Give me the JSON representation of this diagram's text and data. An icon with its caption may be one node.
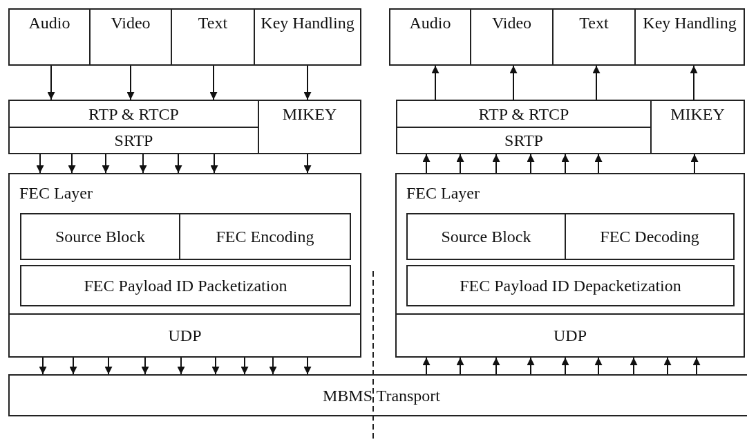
{
  "diagram": {
    "nodes": [
      {
        "text": [
          "Audio"
        ]
      },
      {
        "text": [
          "Video"
        ]
      },
      {
        "text": [
          "Text"
        ]
      },
      {
        "text": [
          "Key Handling"
        ]
      },
      {
        "text": [
          "RTP & RTCP"
        ]
      },
      {
        "text": [
          "SRTP"
        ]
      },
      {
        "text": [
          "MIKEY"
        ]
      },
      {
        "text": [
          "FEC Layer"
        ]
      },
      {
        "text": [
          "Source Block"
        ],
        "in": 7
      },
      {
        "text": [
          "FEC Encoding"
        ],
        "in": 7
      },
      {
        "text": [
          "FEC Payload ID Packetization"
        ],
        "in": 7
      },
      {
        "text": [
          "UDP"
        ]
      },
      {
        "text": [
          "Audio"
        ]
      },
      {
        "text": [
          "Video"
        ]
      },
      {
        "text": [
          "Text"
        ]
      },
      {
        "text": [
          "Key Handling"
        ]
      },
      {
        "text": [
          "RTP & RTCP"
        ]
      },
      {
        "text": [
          "SRTP"
        ]
      },
      {
        "text": [
          "MIKEY"
        ]
      },
      {
        "text": [
          "FEC Layer"
        ]
      },
      {
        "text": [
          "Source Block"
        ],
        "in": 19
      },
      {
        "text": [
          "FEC Decoding"
        ],
        "in": 19
      },
      {
        "text": [
          "FEC Payload ID Depacketization"
        ],
        "in": 19
      },
      {
        "text": [
          "UDP"
        ]
      },
      {
        "text": [
          "MBMS Transport"
        ]
      }
    ],
    "edges": [
      {
        "from": 0,
        "to": 4,
        "arrow": "to"
      },
      {
        "from": 1,
        "to": 4,
        "arrow": "to"
      },
      {
        "from": 2,
        "to": 4,
        "arrow": "to"
      },
      {
        "from": 3,
        "to": 6,
        "arrow": "to"
      },
      {
        "from": 5,
        "to": 7,
        "arrow": "to"
      },
      {
        "from": 5,
        "to": 7,
        "arrow": "to"
      },
      {
        "from": 5,
        "to": 7,
        "arrow": "to"
      },
      {
        "from": 5,
        "to": 7,
        "arrow": "to"
      },
      {
        "from": 5,
        "to": 7,
        "arrow": "to"
      },
      {
        "from": 5,
        "to": 7,
        "arrow": "to"
      },
      {
        "from": 6,
        "to": 7,
        "arrow": "to"
      },
      {
        "from": 11,
        "to": 24,
        "arrow": "to"
      },
      {
        "from": 11,
        "to": 24,
        "arrow": "to"
      },
      {
        "from": 11,
        "to": 24,
        "arrow": "to"
      },
      {
        "from": 11,
        "to": 24,
        "arrow": "to"
      },
      {
        "from": 11,
        "to": 24,
        "arrow": "to"
      },
      {
        "from": 11,
        "to": 24,
        "arrow": "to"
      },
      {
        "from": 11,
        "to": 24,
        "arrow": "to"
      },
      {
        "from": 11,
        "to": 24,
        "arrow": "to"
      },
      {
        "from": 11,
        "to": 24,
        "arrow": "to"
      },
      {
        "from": 16,
        "to": 12,
        "arrow": "to"
      },
      {
        "from": 16,
        "to": 13,
        "arrow": "to"
      },
      {
        "from": 16,
        "to": 14,
        "arrow": "to"
      },
      {
        "from": 18,
        "to": 15,
        "arrow": "to"
      },
      {
        "from": 19,
        "to": 17,
        "arrow": "to"
      },
      {
        "from": 19,
        "to": 17,
        "arrow": "to"
      },
      {
        "from": 19,
        "to": 17,
        "arrow": "to"
      },
      {
        "from": 19,
        "to": 17,
        "arrow": "to"
      },
      {
        "from": 19,
        "to": 17,
        "arrow": "to"
      },
      {
        "from": 19,
        "to": 17,
        "arrow": "to"
      },
      {
        "from": 19,
        "to": 18,
        "arrow": "to"
      },
      {
        "from": 24,
        "to": 23,
        "arrow": "to"
      },
      {
        "from": 24,
        "to": 23,
        "arrow": "to"
      },
      {
        "from": 24,
        "to": 23,
        "arrow": "to"
      },
      {
        "from": 24,
        "to": 23,
        "arrow": "to"
      },
      {
        "from": 24,
        "to": 23,
        "arrow": "to"
      },
      {
        "from": 24,
        "to": 23,
        "arrow": "to"
      },
      {
        "from": 24,
        "to": 23,
        "arrow": "to"
      },
      {
        "from": 24,
        "to": 23,
        "arrow": "to"
      },
      {
        "from": 24,
        "to": 23,
        "arrow": "to"
      }
    ]
  }
}
